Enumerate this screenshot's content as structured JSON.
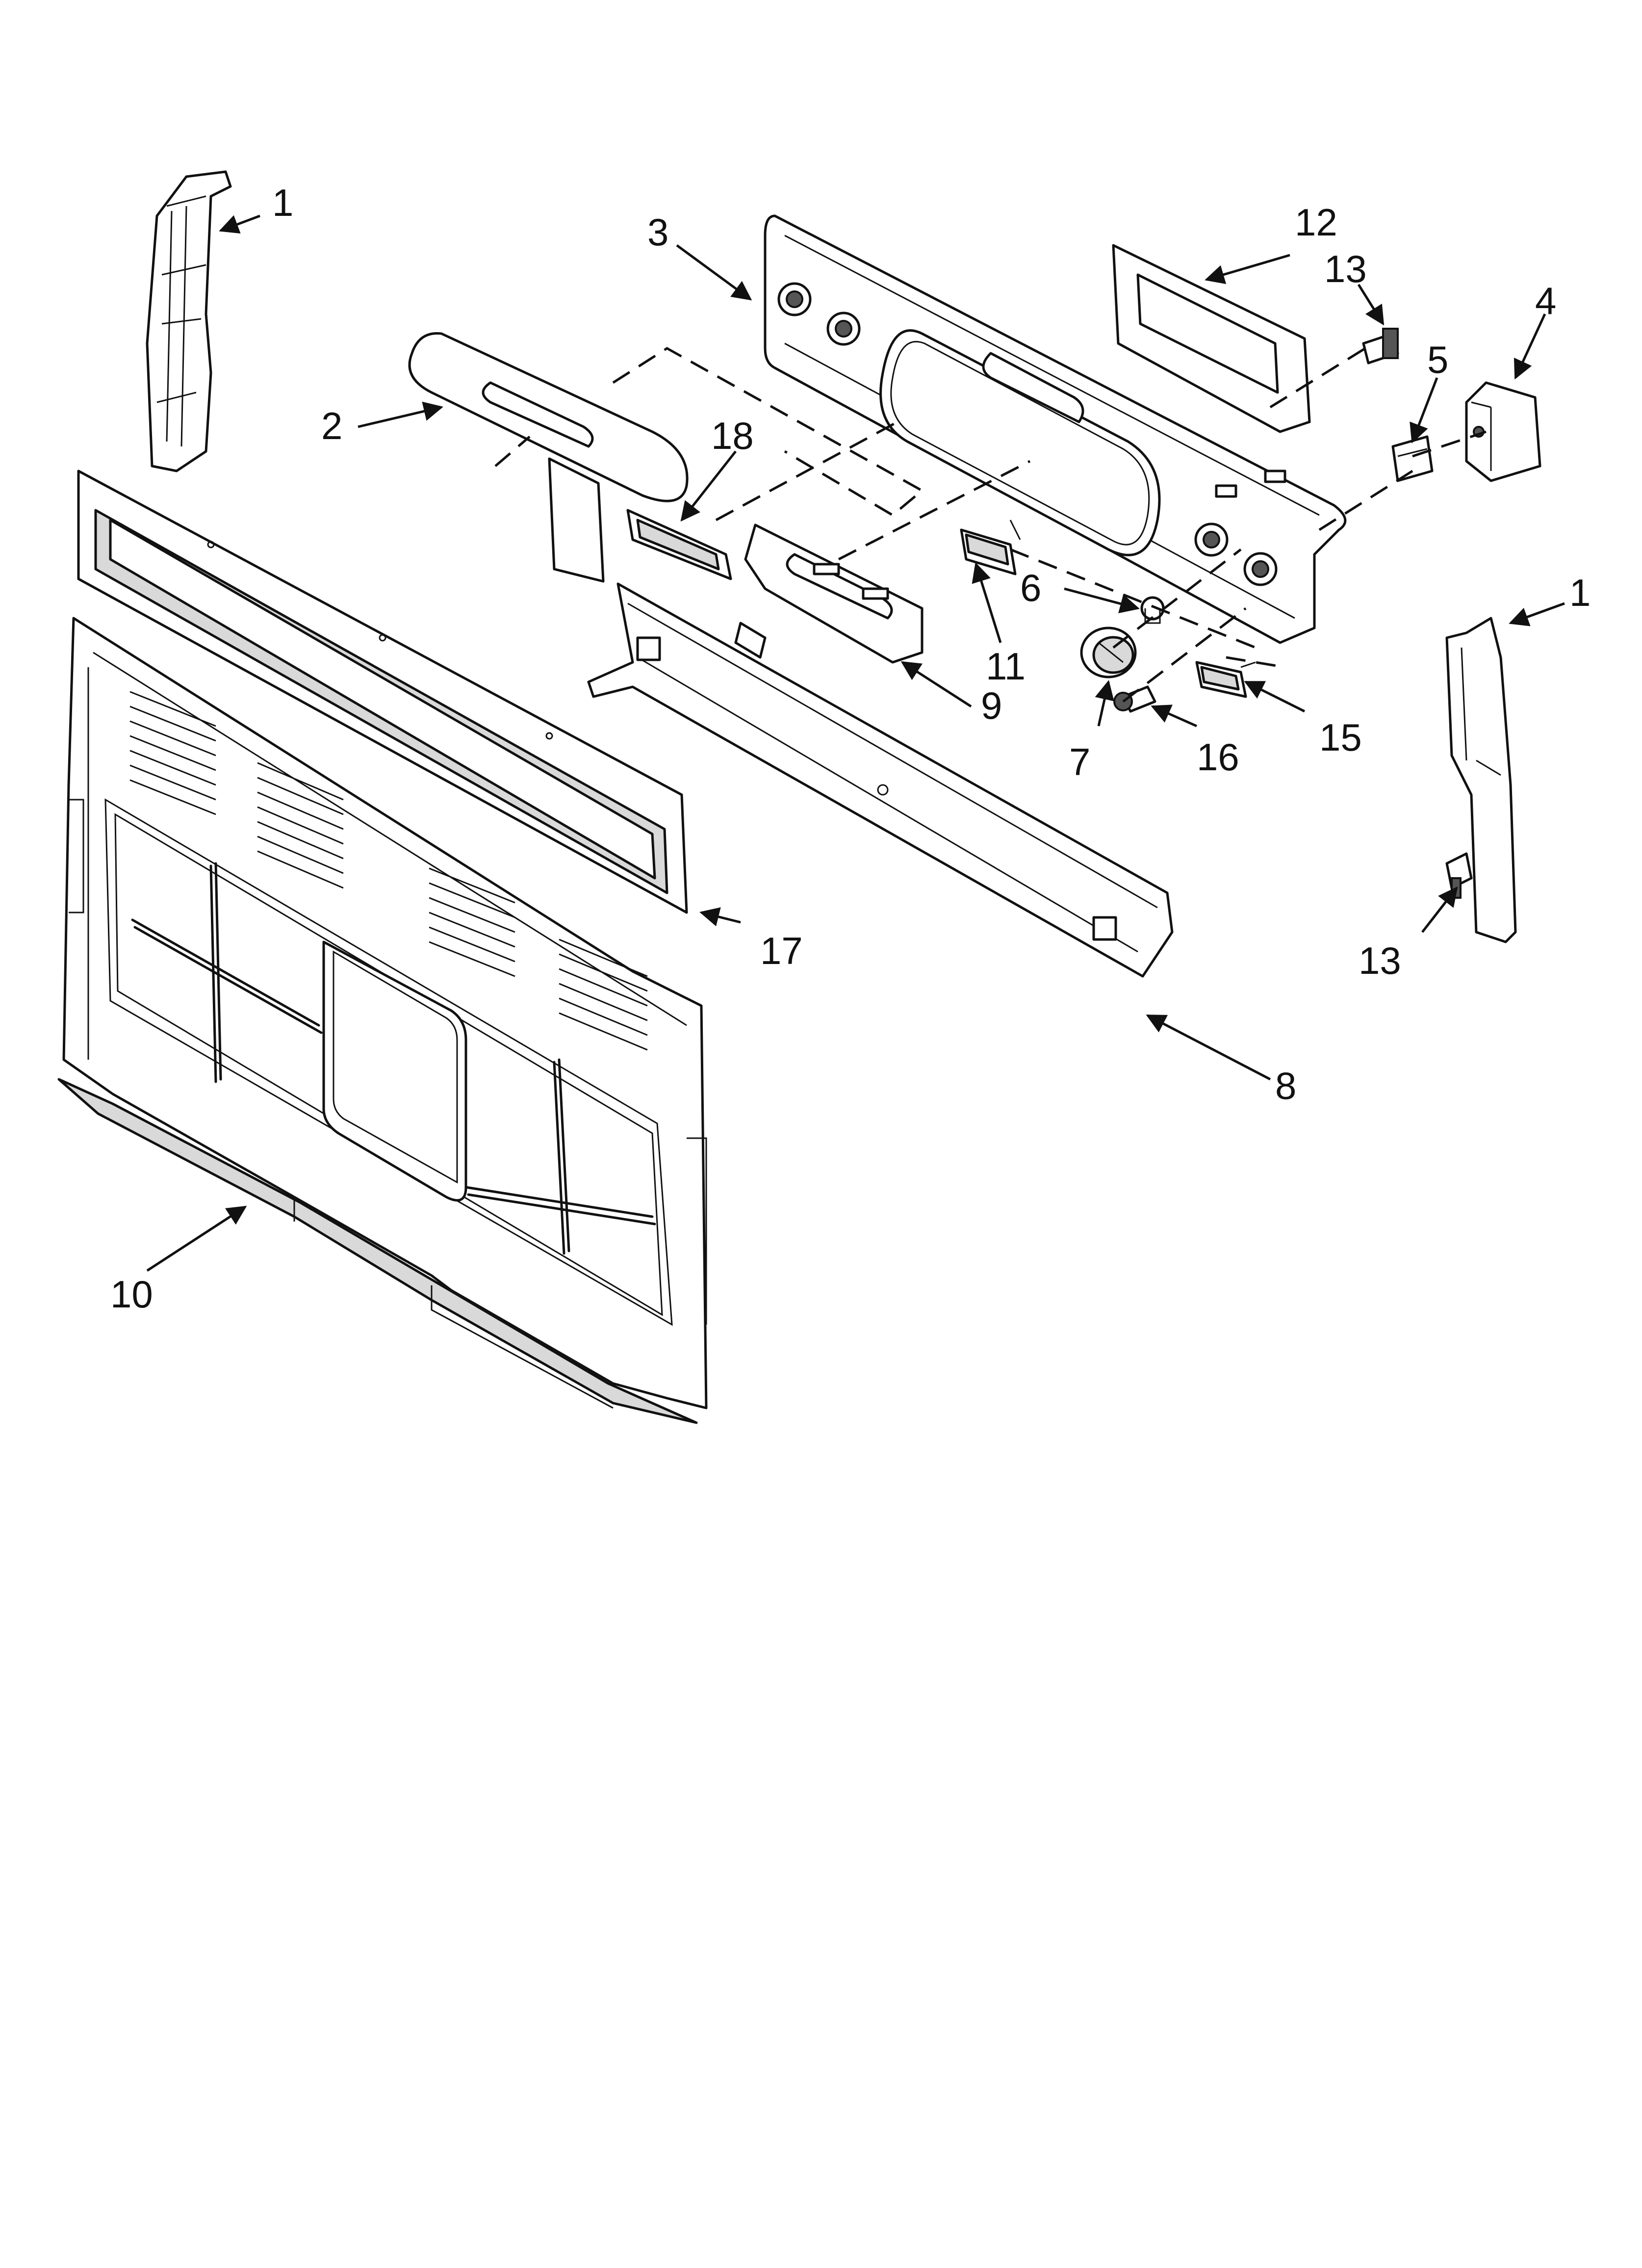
{
  "diagram": {
    "callouts": [
      {
        "id": "c1a",
        "label": "1"
      },
      {
        "id": "c1b",
        "label": "1"
      },
      {
        "id": "c2",
        "label": "2"
      },
      {
        "id": "c3",
        "label": "3"
      },
      {
        "id": "c4",
        "label": "4"
      },
      {
        "id": "c5",
        "label": "5"
      },
      {
        "id": "c6",
        "label": "6"
      },
      {
        "id": "c7",
        "label": "7"
      },
      {
        "id": "c8",
        "label": "8"
      },
      {
        "id": "c9",
        "label": "9"
      },
      {
        "id": "c10",
        "label": "10"
      },
      {
        "id": "c11",
        "label": "11"
      },
      {
        "id": "c12",
        "label": "12"
      },
      {
        "id": "c13a",
        "label": "13"
      },
      {
        "id": "c13b",
        "label": "13"
      },
      {
        "id": "c15",
        "label": "15"
      },
      {
        "id": "c16",
        "label": "16"
      },
      {
        "id": "c17",
        "label": "17"
      },
      {
        "id": "c18",
        "label": "18"
      }
    ]
  }
}
